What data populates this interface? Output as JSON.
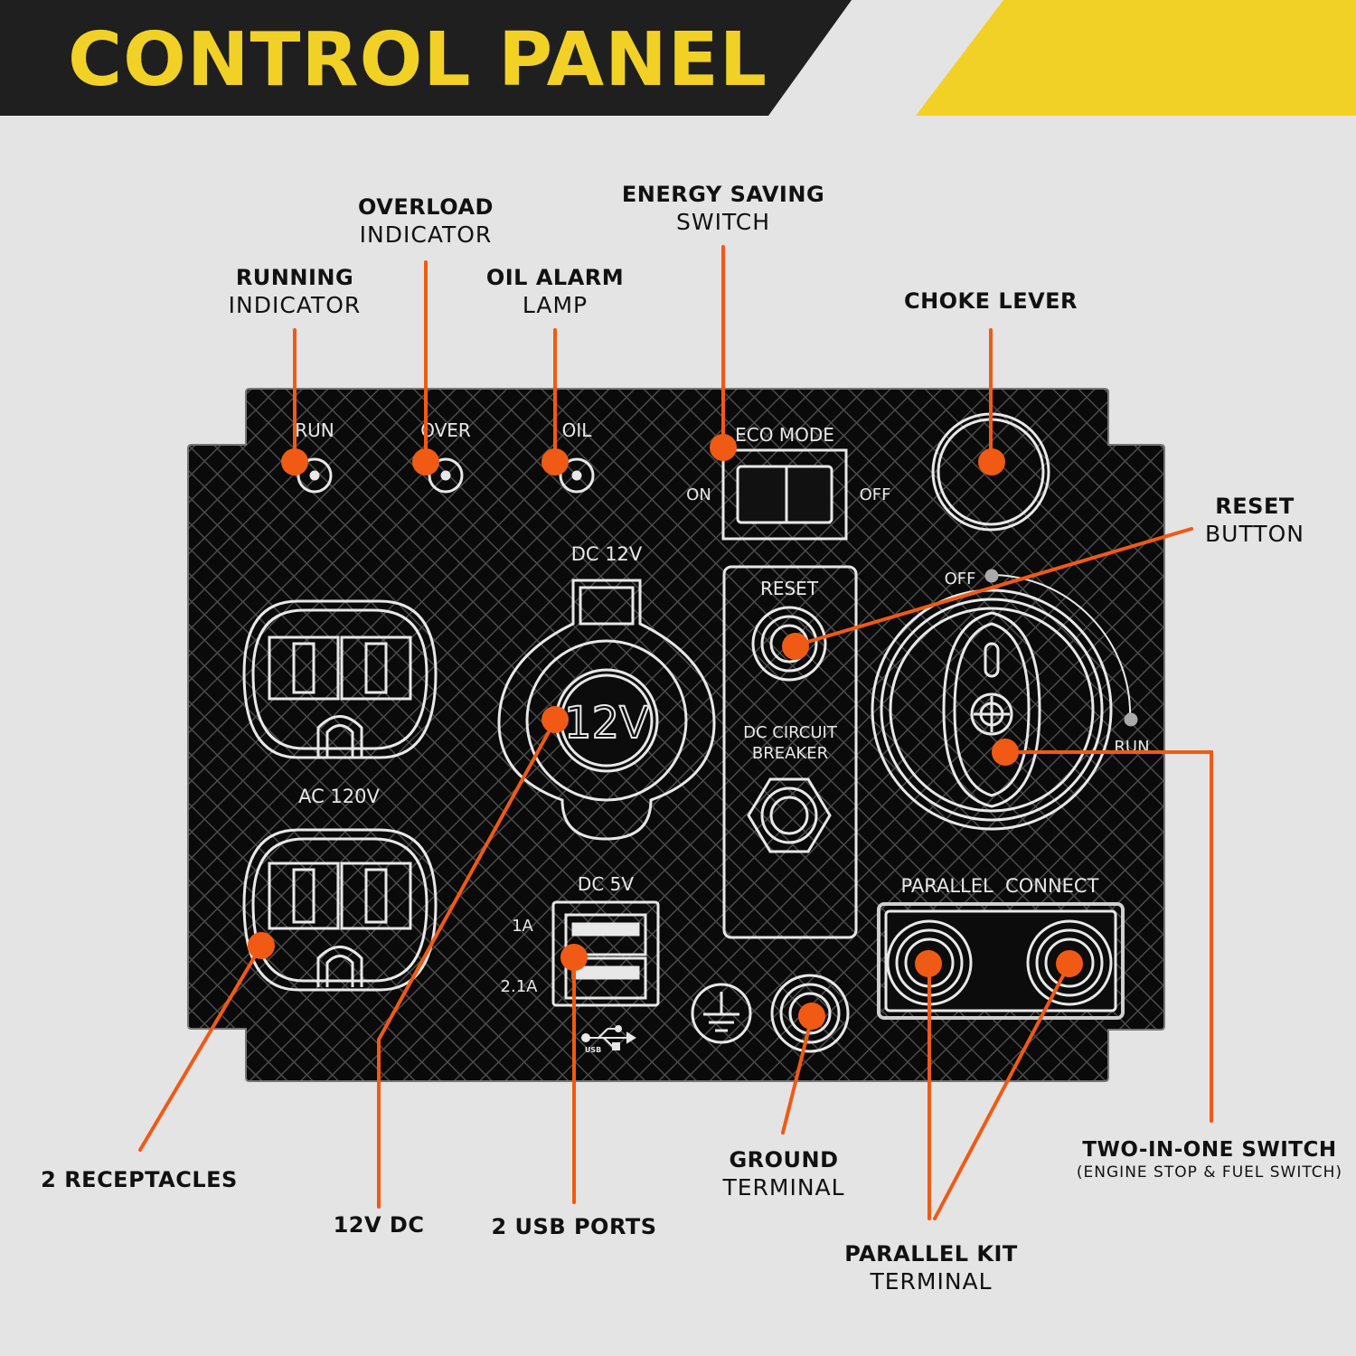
{
  "title": "CONTROL PANEL",
  "colors": {
    "accent_yellow": "#f2d126",
    "header_dark": "#1f1f1f",
    "callout_orange": "#f05a14",
    "panel_black": "#0c0c0c",
    "background": "#e4e4e4"
  },
  "callouts": {
    "running": {
      "bold": "RUNNING",
      "normal": "INDICATOR"
    },
    "overload": {
      "bold": "OVERLOAD",
      "normal": "INDICATOR"
    },
    "oil": {
      "bold": "OIL ALARM",
      "normal": "LAMP"
    },
    "eco": {
      "bold": "ENERGY SAVING",
      "normal": "SWITCH"
    },
    "choke": {
      "bold": "CHOKE LEVER"
    },
    "reset": {
      "bold": "RESET",
      "normal": "BUTTON"
    },
    "receptacles": {
      "bold": "2 RECEPTACLES"
    },
    "dc12": {
      "bold": "12V DC"
    },
    "usb": {
      "bold": "2 USB PORTS"
    },
    "ground": {
      "bold": "GROUND",
      "normal": "TERMINAL"
    },
    "parallel": {
      "bold": "PARALLEL KIT",
      "normal": "TERMINAL"
    },
    "twoinone": {
      "bold": "TWO-IN-ONE SWITCH",
      "small": "(ENGINE STOP & FUEL SWITCH)"
    }
  },
  "panel": {
    "run": "RUN",
    "over": "OVER",
    "oil": "OIL",
    "eco_mode": "ECO MODE",
    "on": "ON",
    "off": "OFF",
    "dc12v": "DC 12V",
    "plug12v": "12V",
    "ac120v": "AC 120V",
    "reset": "RESET",
    "dc_circuit": "DC CIRCUIT",
    "breaker": "BREAKER",
    "dc5v": "DC 5V",
    "usb_1a": "1A",
    "usb_21a": "2.1A",
    "usb_mark": "USB",
    "knob_off": "OFF",
    "knob_run": "RUN",
    "parallel_connect": "PARALLEL  CONNECT"
  }
}
